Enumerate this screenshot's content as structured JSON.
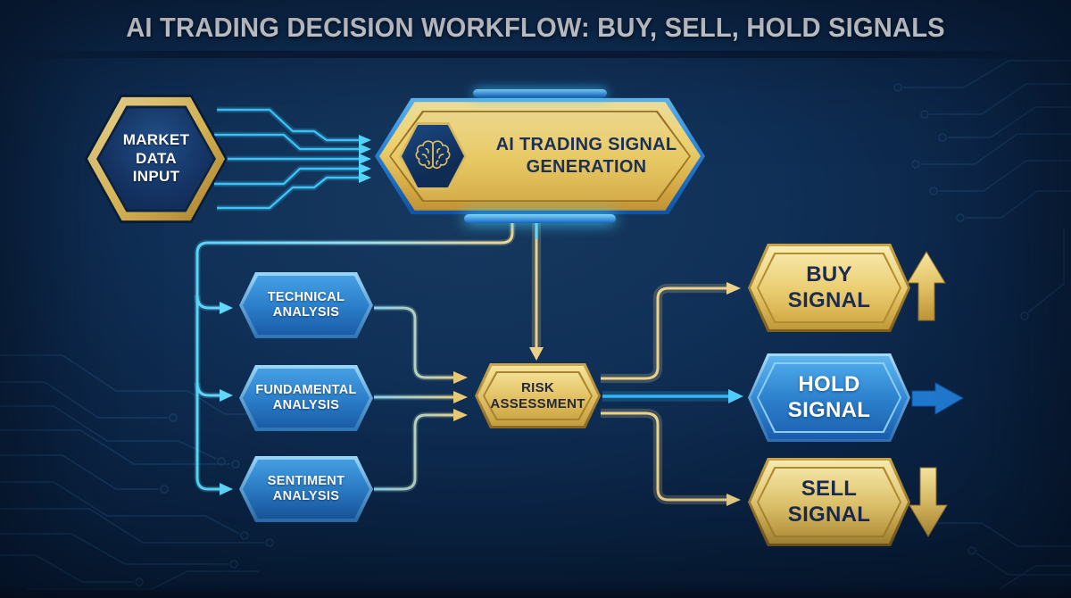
{
  "title": "AI TRADING DECISION WORKFLOW: BUY, SELL, HOLD SIGNALS",
  "colors": {
    "background": "#0d2746",
    "gold": "#e6c76a",
    "blue": "#2e84d2",
    "cyan": "#3ec8ff",
    "dark_text": "#1c2c50",
    "light_text": "#ffffff"
  },
  "nodes": {
    "market_data_input": {
      "line1": "MARKET",
      "line2": "DATA",
      "line3": "INPUT"
    },
    "signal_generation": {
      "line1": "AI TRADING SIGNAL",
      "line2": "GENERATION",
      "icon": "brain-icon"
    },
    "technical_analysis": {
      "line1": "TECHNICAL",
      "line2": "ANALYSIS"
    },
    "fundamental_analysis": {
      "line1": "FUNDAMENTAL",
      "line2": "ANALYSIS"
    },
    "sentiment_analysis": {
      "line1": "SENTIMENT",
      "line2": "ANALYSIS"
    },
    "risk_assessment": {
      "line1": "RISK",
      "line2": "ASSESSMENT"
    },
    "buy_signal": {
      "line1": "BUY",
      "line2": "SIGNAL",
      "trend_icon": "up-arrow-icon",
      "accent": "#e6c76a"
    },
    "hold_signal": {
      "line1": "HOLD",
      "line2": "SIGNAL",
      "trend_icon": "right-arrow-icon",
      "accent": "#2e84d2"
    },
    "sell_signal": {
      "line1": "SELL",
      "line2": "SIGNAL",
      "trend_icon": "down-arrow-icon",
      "accent": "#e6c76a"
    }
  },
  "edges": [
    {
      "from": "market-data-input",
      "to": "ai-signal-generation",
      "style": "cyan-circuit-traces",
      "count": 5
    },
    {
      "from": "ai-signal-generation",
      "to": "technical-analysis",
      "style": "cyan"
    },
    {
      "from": "ai-signal-generation",
      "to": "fundamental-analysis",
      "style": "cyan"
    },
    {
      "from": "ai-signal-generation",
      "to": "sentiment-analysis",
      "style": "cyan"
    },
    {
      "from": "ai-signal-generation",
      "to": "risk-assessment",
      "style": "gold"
    },
    {
      "from": "technical-analysis",
      "to": "risk-assessment",
      "style": "cyan-to-gold"
    },
    {
      "from": "fundamental-analysis",
      "to": "risk-assessment",
      "style": "cyan-to-gold"
    },
    {
      "from": "sentiment-analysis",
      "to": "risk-assessment",
      "style": "cyan-to-gold"
    },
    {
      "from": "risk-assessment",
      "to": "buy-signal",
      "style": "gold"
    },
    {
      "from": "risk-assessment",
      "to": "hold-signal",
      "style": "cyan"
    },
    {
      "from": "risk-assessment",
      "to": "sell-signal",
      "style": "gold"
    }
  ]
}
